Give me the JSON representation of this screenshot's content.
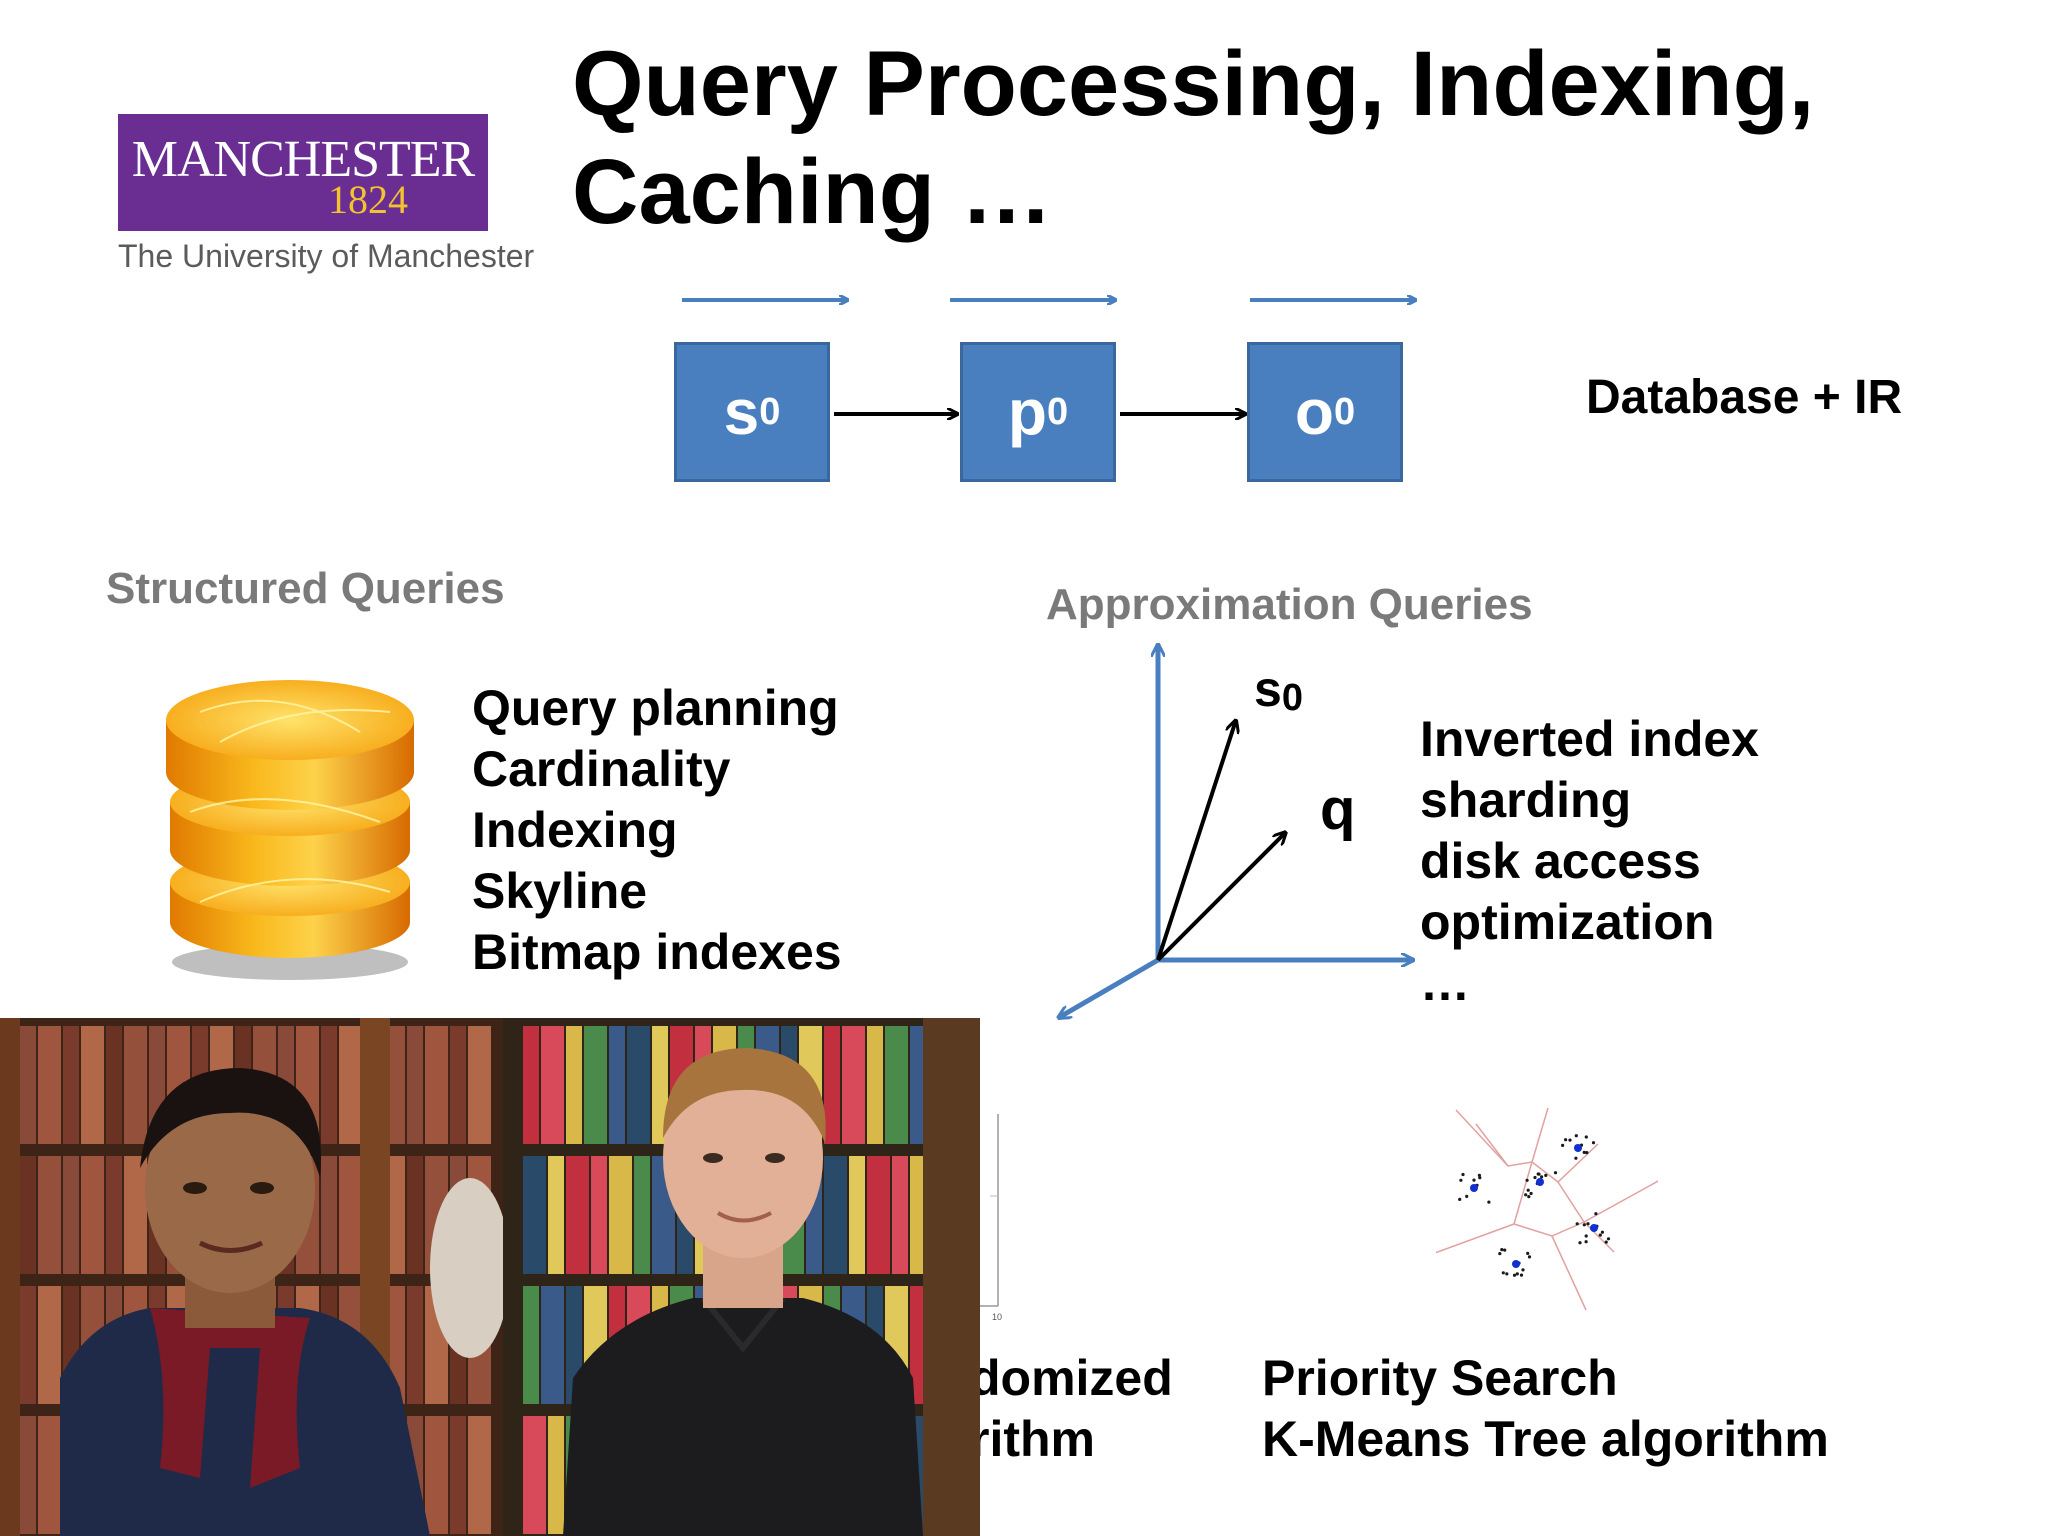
{
  "logo": {
    "name": "MANCHESTER",
    "year": "1824",
    "subtitle": "The University of Manchester",
    "colors": {
      "background": "#6a2d91",
      "year": "#f2c230"
    }
  },
  "title": {
    "line1": "Query Processing, Indexing,",
    "line2": "Caching …"
  },
  "pipeline": {
    "boxes": [
      {
        "letter": "s",
        "sub": "0"
      },
      {
        "letter": "p",
        "sub": "0"
      },
      {
        "letter": "o",
        "sub": "0"
      }
    ],
    "label": "Database + IR",
    "box_color": "#4a7fbf"
  },
  "structured": {
    "heading": "Structured Queries",
    "items": [
      "Query planning",
      "Cardinality",
      "Indexing",
      "Skyline",
      "Bitmap indexes"
    ],
    "icon": "database-icon"
  },
  "approximation": {
    "heading": "Approximation Queries",
    "vector_s": {
      "letter": "s",
      "sub": "0"
    },
    "vector_q": "q",
    "items": [
      "Inverted index",
      "sharding",
      "disk access",
      "optimization",
      "…"
    ]
  },
  "bottom": {
    "left_partial": [
      "domized",
      "rithm"
    ],
    "priority": [
      "Priority Search",
      "K-Means Tree algorithm"
    ],
    "chart_tick": "10"
  },
  "photos": [
    "person-photo-1",
    "person-photo-2"
  ]
}
